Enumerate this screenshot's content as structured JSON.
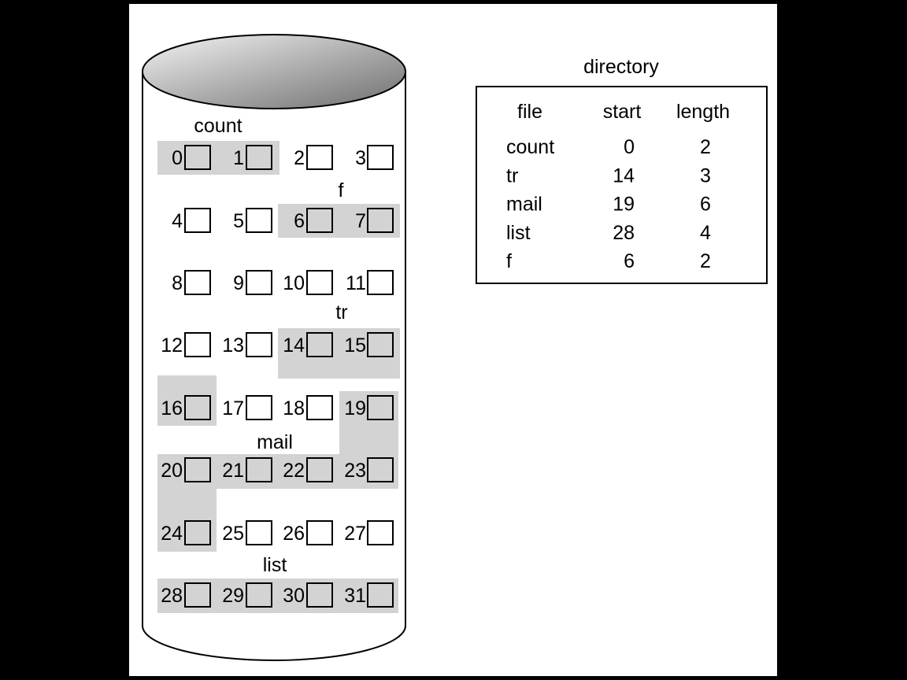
{
  "colors": {
    "page_background": "#000000",
    "diagram_background": "#ffffff",
    "allocated_shading": "#d3d3d3",
    "disk_top_light": "#f4f4f4",
    "disk_top_dark": "#6e6e6e",
    "line": "#000000"
  },
  "disk": {
    "block_labels": [
      "0",
      "1",
      "2",
      "3",
      "4",
      "5",
      "6",
      "7",
      "8",
      "9",
      "10",
      "11",
      "12",
      "13",
      "14",
      "15",
      "16",
      "17",
      "18",
      "19",
      "20",
      "21",
      "22",
      "23",
      "24",
      "25",
      "26",
      "27",
      "28",
      "29",
      "30",
      "31"
    ],
    "file_labels": [
      {
        "id": "count",
        "text": "count"
      },
      {
        "id": "f",
        "text": "f"
      },
      {
        "id": "tr",
        "text": "tr"
      },
      {
        "id": "mail",
        "text": "mail"
      },
      {
        "id": "list",
        "text": "list"
      }
    ]
  },
  "directory": {
    "title": "directory",
    "headers": [
      "file",
      "start",
      "length"
    ],
    "rows": [
      {
        "file": "count",
        "start": "0",
        "length": "2"
      },
      {
        "file": "tr",
        "start": "14",
        "length": "3"
      },
      {
        "file": "mail",
        "start": "19",
        "length": "6"
      },
      {
        "file": "list",
        "start": "28",
        "length": "4"
      },
      {
        "file": "f",
        "start": "6",
        "length": "2"
      }
    ]
  }
}
